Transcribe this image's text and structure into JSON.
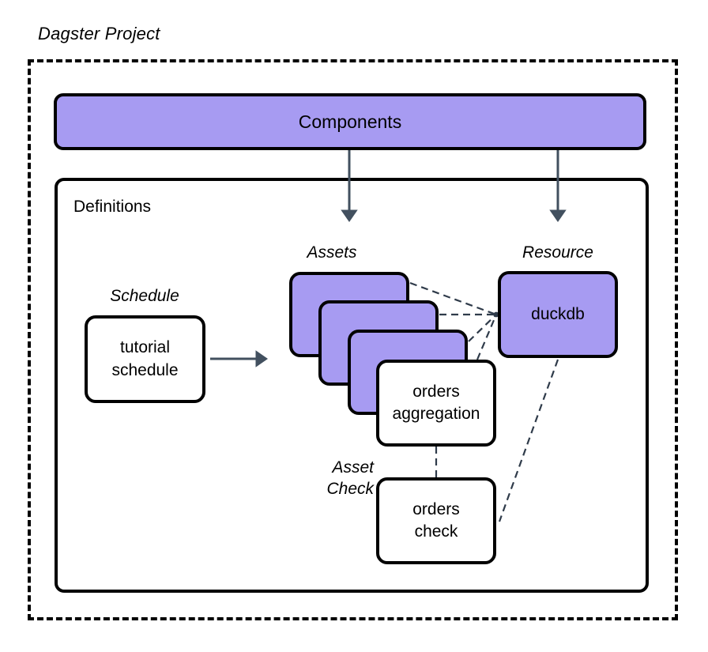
{
  "diagram": {
    "title": "Dagster Project",
    "components": {
      "label": "Components"
    },
    "definitions": {
      "label": "Definitions"
    },
    "groups": {
      "assets": "Assets",
      "resource": "Resource",
      "schedule": "Schedule",
      "asset_check": "Asset\nCheck"
    },
    "nodes": {
      "schedule_tutorial": "tutorial\nschedule",
      "asset_card_1": "",
      "asset_card_2": "",
      "asset_card_3": "",
      "orders_aggregation": "orders\naggregation",
      "duckdb": "duckdb",
      "orders_check": "orders\ncheck"
    }
  },
  "colors": {
    "purple_fill": "#a79bf2",
    "stroke": "#000000",
    "arrow": "#42505f",
    "dashed_connector": "#2f3b4a",
    "background": "#ffffff"
  },
  "edges": [
    {
      "from": "components",
      "to": "assets",
      "style": "solid-arrow"
    },
    {
      "from": "components",
      "to": "resource",
      "style": "solid-arrow"
    },
    {
      "from": "schedule_tutorial",
      "to": "assets",
      "style": "solid-arrow"
    },
    {
      "from": "asset_card_1",
      "to": "duckdb",
      "style": "dashed"
    },
    {
      "from": "asset_card_2",
      "to": "duckdb",
      "style": "dashed"
    },
    {
      "from": "asset_card_3",
      "to": "duckdb",
      "style": "dashed"
    },
    {
      "from": "orders_aggregation",
      "to": "duckdb",
      "style": "dashed"
    },
    {
      "from": "orders_aggregation",
      "to": "orders_check",
      "style": "dashed"
    },
    {
      "from": "duckdb",
      "to": "orders_check",
      "style": "dashed"
    }
  ]
}
